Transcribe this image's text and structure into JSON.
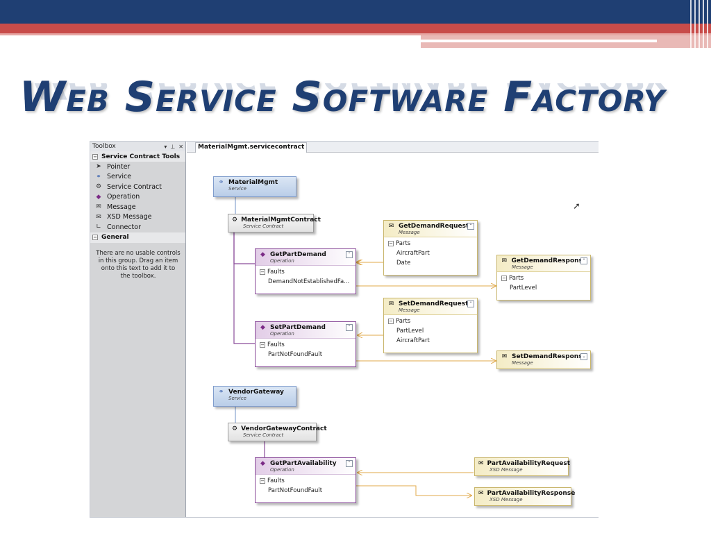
{
  "slide": {
    "title": "Web Service Software Factory"
  },
  "toolbox": {
    "title": "Toolbox",
    "pin_icon": "pin-icon",
    "close_icon": "close-icon",
    "sections": [
      {
        "label": "Service Contract Tools",
        "items": [
          {
            "label": "Pointer",
            "icon": "pointer-icon"
          },
          {
            "label": "Service",
            "icon": "service-icon"
          },
          {
            "label": "Service Contract",
            "icon": "contract-icon"
          },
          {
            "label": "Operation",
            "icon": "operation-icon"
          },
          {
            "label": "Message",
            "icon": "message-icon"
          },
          {
            "label": "XSD Message",
            "icon": "xsd-message-icon"
          },
          {
            "label": "Connector",
            "icon": "connector-icon"
          }
        ]
      },
      {
        "label": "General",
        "empty_text": "There are no usable controls in this group. Drag an item onto this text to add it to the toolbox."
      }
    ]
  },
  "designer": {
    "tab_label": "MaterialMgmt.servicecontract",
    "shapes": {
      "material_service": {
        "name": "MaterialMgmt",
        "kind": "Service"
      },
      "material_contract": {
        "name": "MaterialMgmtContract",
        "kind": "Service Contract"
      },
      "get_part_demand": {
        "name": "GetPartDemand",
        "kind": "Operation",
        "group": "Faults",
        "items": [
          "DemandNotEstablishedFa..."
        ]
      },
      "set_part_demand": {
        "name": "SetPartDemand",
        "kind": "Operation",
        "group": "Faults",
        "items": [
          "PartNotFoundFault"
        ]
      },
      "get_demand_request": {
        "name": "GetDemandRequest",
        "kind": "Message",
        "group": "Parts",
        "items": [
          "AircraftPart",
          "Date"
        ]
      },
      "get_demand_response": {
        "name": "GetDemandResponse",
        "kind": "Message",
        "group": "Parts",
        "items": [
          "PartLevel"
        ]
      },
      "set_demand_request": {
        "name": "SetDemandRequest",
        "kind": "Message",
        "group": "Parts",
        "items": [
          "PartLevel",
          "AircraftPart"
        ]
      },
      "set_demand_response": {
        "name": "SetDemandResponse",
        "kind": "Message"
      },
      "vendor_service": {
        "name": "VendorGateway",
        "kind": "Service"
      },
      "vendor_contract": {
        "name": "VendorGatewayContract",
        "kind": "Service Contract"
      },
      "get_part_availability": {
        "name": "GetPartAvailability",
        "kind": "Operation",
        "group": "Faults",
        "items": [
          "PartNotFoundFault"
        ]
      },
      "part_availability_request": {
        "name": "PartAvailabilityRequest",
        "kind": "XSD Message"
      },
      "part_availability_response": {
        "name": "PartAvailabilityResponse",
        "kind": "XSD Message"
      }
    }
  },
  "colors": {
    "brand_blue": "#1f3f73",
    "brand_red": "#c84c4a",
    "operation_purple": "#8a4c9a",
    "message_gold": "#c9b66d",
    "connector_orange": "#e0a94a"
  }
}
